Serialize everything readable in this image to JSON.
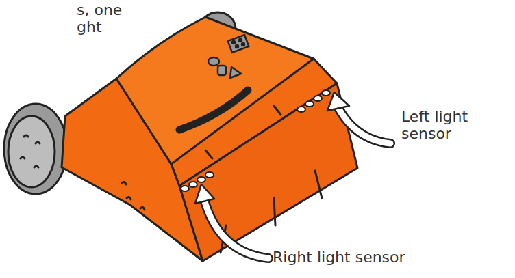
{
  "diagram": {
    "labels": [
      "s, one ght",
      "Left light sensor",
      "Right light sensor"
    ]
  }
}
